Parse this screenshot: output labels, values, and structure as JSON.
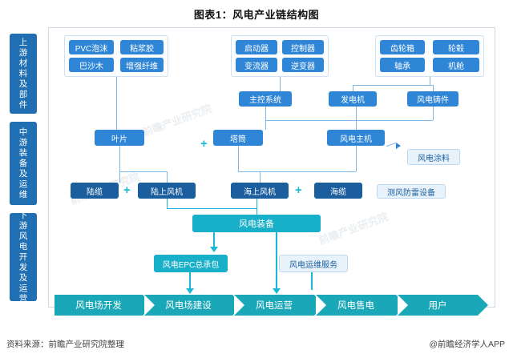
{
  "title": "图表1：风电产业链结构图",
  "stages": [
    {
      "id": "upstream",
      "label": "上游材料及部件"
    },
    {
      "id": "midstream",
      "label": "中游装备及运维"
    },
    {
      "id": "downstream",
      "label": "下游风电开发及运营"
    }
  ],
  "upstream": {
    "materials": [
      "PVC泡沫",
      "粘浆胶",
      "巴沙木",
      "增强纤维"
    ],
    "electric": [
      "启动器",
      "控制器",
      "变流器",
      "逆变器"
    ],
    "mechanical": [
      "齿轮箱",
      "轮毂",
      "轴承",
      "机舱"
    ],
    "row2": [
      "主控系统",
      "发电机",
      "风电铸件"
    ]
  },
  "midstream": {
    "row1": [
      "叶片",
      "塔筒",
      "风电主机"
    ],
    "coating": "风电涂料",
    "row2": [
      "陆缆",
      "陆上风机",
      "海上风机",
      "海缆"
    ],
    "lightning": "测风防雷设备",
    "equipment": "风电装备"
  },
  "downstream": {
    "epc": "风电EPC总承包",
    "om": "风电运维服务",
    "flow": [
      "风电场开发",
      "风电场建设",
      "风电运营",
      "风电售电",
      "用户"
    ]
  },
  "watermarks": [
    "前瞻产业研究院",
    "前瞻产业研究院",
    "前瞻产业研究院"
  ],
  "footer": {
    "source": "资料来源：前瞻产业研究院整理",
    "credit": "@前瞻经济学人APP"
  },
  "colors": {
    "accent_blue": "#2f86d6",
    "deep_blue": "#1b5e9e",
    "teal": "#18b0c8",
    "flow": "#1aa7b8"
  }
}
